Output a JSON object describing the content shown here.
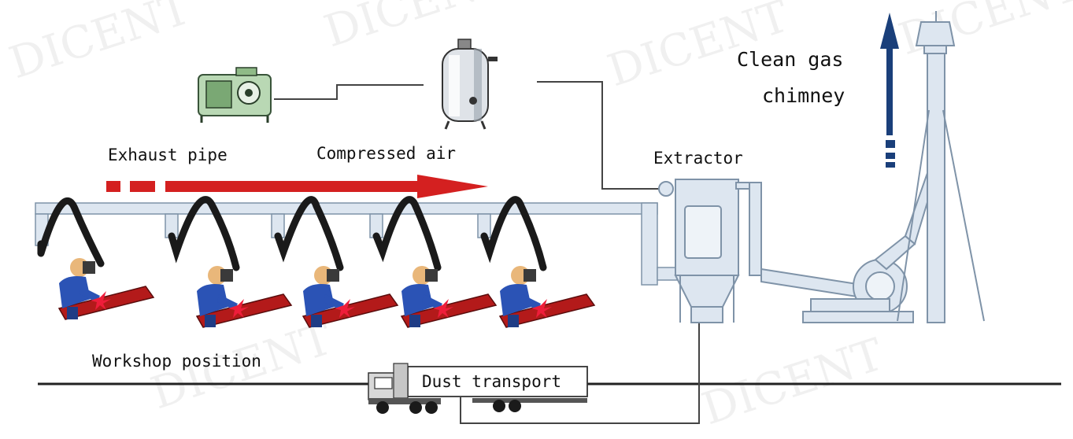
{
  "labels": {
    "exhaust_pipe": "Exhaust pipe",
    "compressed_air": "Compressed air",
    "extractor": "Extractor",
    "clean_gas_line1": "Clean gas",
    "clean_gas_line2": "chimney",
    "workshop_position": "Workshop position",
    "dust_transport": "Dust transport"
  },
  "watermark": "DICENT",
  "colors": {
    "flow_arrow": "#d42020",
    "gas_arrow": "#1a3f7a",
    "pipe_fill": "#dde6f0",
    "pipe_stroke": "#7f93a8",
    "worker_blue": "#2b53b5",
    "workpiece": "#b31a1a",
    "spark": "#ee1d3a",
    "arm": "#1a1a1a"
  },
  "icons": {
    "compressor": "air-compressor-icon",
    "tank": "air-tank-icon",
    "extractor": "dust-extractor-icon",
    "fan": "centrifugal-fan-icon",
    "chimney": "chimney-icon",
    "truck": "truck-icon",
    "welder": "welder-icon"
  }
}
